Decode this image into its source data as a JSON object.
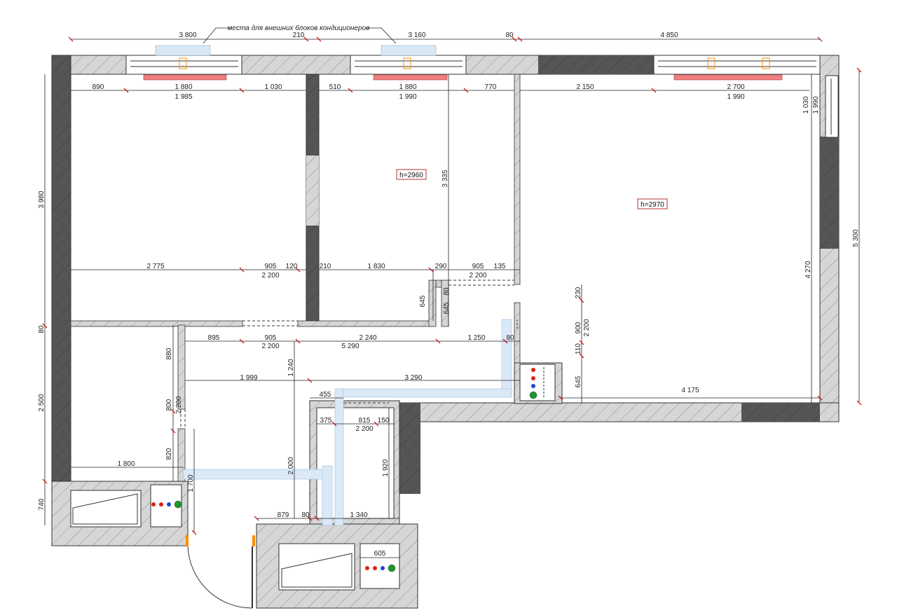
{
  "note": "места для внешних блоков кондиционеров",
  "heights": {
    "room_center": "h=2960",
    "room_right": "h=2970"
  },
  "dims": {
    "top_3800": "3 800",
    "top_210": "210",
    "top_3160": "3 160",
    "top_80": "80",
    "top_4850": "4 850",
    "r1_890": "890",
    "r1_1880a": "1 880",
    "r1_1030a": "1 030",
    "r1_1985": "1 985",
    "r1_510": "510",
    "r1_1880b": "1 880",
    "r1_1990a": "1 990",
    "r1_770": "770",
    "r1_2150": "2 150",
    "r1_2700": "2 700",
    "r1_1990b": "1 990",
    "rv_1030": "1 030",
    "rv_1990": "1 990",
    "left_3980": "3 980",
    "left_80": "80",
    "left_2500": "2 500",
    "left_740": "740",
    "right_5300": "5 300",
    "right_4270": "4 270",
    "c_3335": "3 335",
    "m_2775": "2 775",
    "m_905a": "905",
    "m_120": "120",
    "m_2200a": "2 200",
    "m_210": "210",
    "m_1830": "1 830",
    "m_290": "290",
    "m_905b": "905",
    "m_135": "135",
    "m_2200b": "2 200",
    "v_645a": "645",
    "v_645b": "645",
    "v_80": "80",
    "c_895": "895",
    "c_905": "905",
    "c_2200": "2 200",
    "c_2240": "2 240",
    "c_5290": "5 290",
    "c_1250": "1 250",
    "c_80": "80",
    "c_1999": "1 999",
    "c_3290": "3 290",
    "c_1240": "1 240",
    "v_880": "880",
    "v_800": "800",
    "v_2200c": "2 200",
    "v_820": "820",
    "v_1700": "1 700",
    "v_2000": "2 000",
    "v_1920": "1 920",
    "k_230": "230",
    "k_900": "900",
    "k_2200": "2 200",
    "k_110": "110",
    "k_645": "645",
    "k_4175": "4 175",
    "b_455": "455",
    "b_375": "375",
    "b_815": "815",
    "b_150": "150",
    "b_2200": "2 200",
    "l_1800": "1 800",
    "b_879": "879",
    "b_80": "80",
    "b_1340": "1 340",
    "b_605": "605"
  },
  "colors": {
    "wall": "#d3d3d3",
    "wall_dark": "#5a5a5a",
    "ac": "#f08080",
    "pipe": "#dbe9f7",
    "door": "#ff8c00",
    "dim_tick": "#cc0000"
  }
}
